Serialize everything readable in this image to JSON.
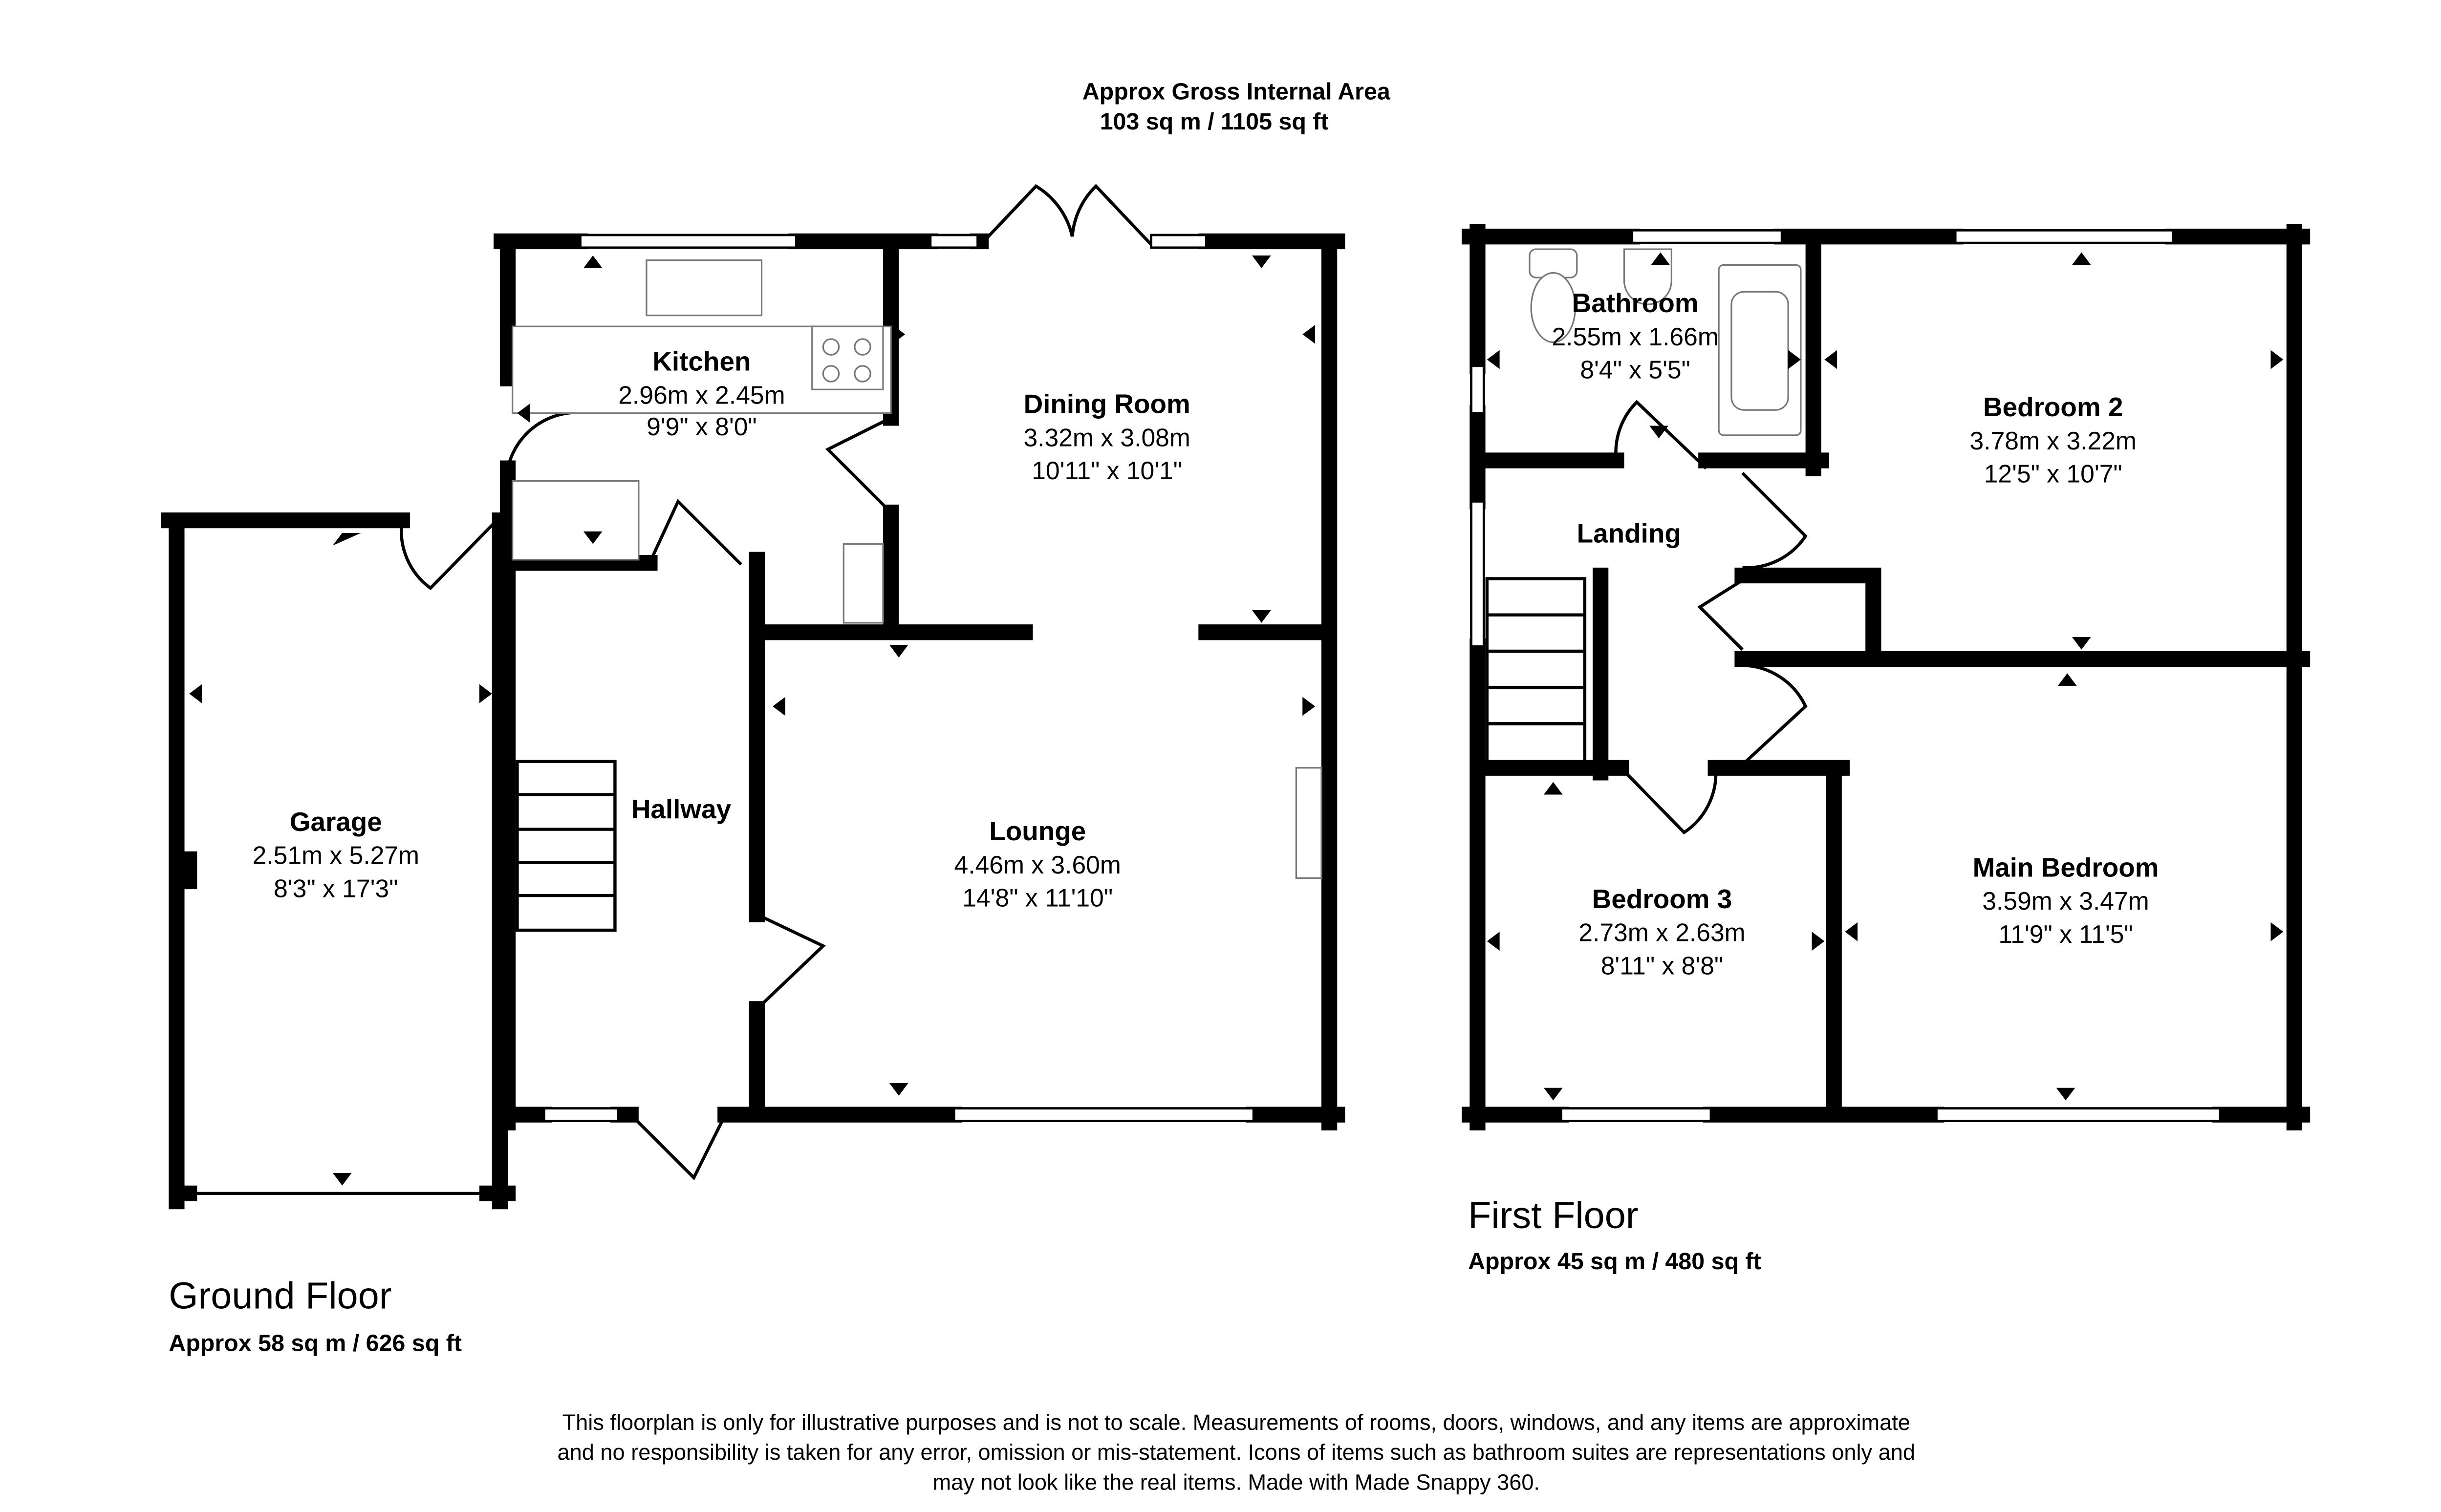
{
  "header": {
    "title": "Approx Gross Internal Area",
    "area": "103 sq m / 1105 sq ft"
  },
  "ground_floor": {
    "title": "Ground Floor",
    "area": "Approx 58 sq m / 626 sq ft",
    "rooms": [
      {
        "name": "Kitchen",
        "metric": "2.96m x 2.45m",
        "imperial": "9'9\" x 8'0\""
      },
      {
        "name": "Dining Room",
        "metric": "3.32m x 3.08m",
        "imperial": "10'11\" x 10'1\""
      },
      {
        "name": "Garage",
        "metric": "2.51m x 5.27m",
        "imperial": "8'3\" x 17'3\""
      },
      {
        "name": "Hallway"
      },
      {
        "name": "Lounge",
        "metric": "4.46m x 3.60m",
        "imperial": "14'8\" x 11'10\""
      }
    ]
  },
  "first_floor": {
    "title": "First Floor",
    "area": "Approx 45 sq m / 480 sq ft",
    "rooms": [
      {
        "name": "Bathroom",
        "metric": "2.55m x 1.66m",
        "imperial": "8'4\" x 5'5\""
      },
      {
        "name": "Bedroom 2",
        "metric": "3.78m x 3.22m",
        "imperial": "12'5\" x 10'7\""
      },
      {
        "name": "Landing"
      },
      {
        "name": "Bedroom 3",
        "metric": "2.73m x 2.63m",
        "imperial": "8'11\" x 8'8\""
      },
      {
        "name": "Main Bedroom",
        "metric": "3.59m x 3.47m",
        "imperial": "11'9\" x 11'5\""
      }
    ]
  },
  "disclaimer": [
    "This floorplan is only for illustrative purposes and is not to scale. Measurements of rooms, doors, windows, and any items are approximate",
    "and no responsibility is taken for any error, omission or mis-statement. Icons of items such as bathroom suites are representations only and",
    "may not look like the real items. Made with Made Snappy 360."
  ]
}
